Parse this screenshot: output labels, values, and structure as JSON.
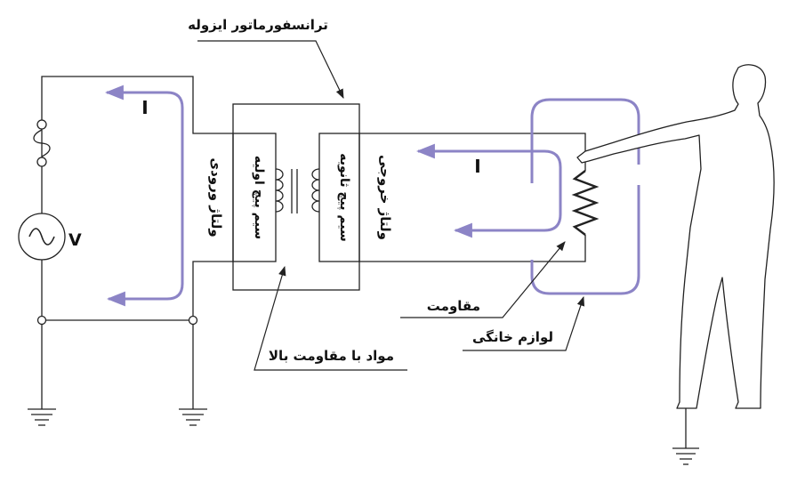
{
  "labels": {
    "isolation_transformer": "ترانسفورماتور ایزوله",
    "input_voltage": "ولتاژ ورودی",
    "primary_coil": "سیم پیچ اولیه",
    "secondary_coil": "سیم پیچ ثانویه",
    "output_voltage": "ولتاژ خروجی",
    "resistance": "مقاومت",
    "home_appliance": "لوازم خانگی",
    "high_resistance_material": "مواد با مقاومت بالا",
    "current_left": "I",
    "current_right": "I",
    "source_voltage": "V"
  },
  "colors": {
    "wire": "#222222",
    "current_path": "#8c84c6",
    "background": "#ffffff"
  }
}
